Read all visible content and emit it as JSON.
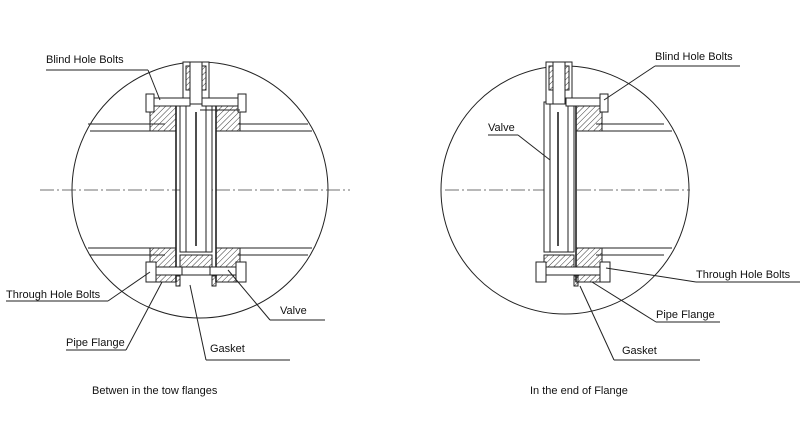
{
  "left": {
    "labels": {
      "blind_hole_bolts": "Blind Hole Bolts",
      "through_hole_bolts": "Through Hole Bolts",
      "pipe_flange": "Pipe Flange",
      "gasket": "Gasket",
      "valve": "Valve"
    },
    "caption": "Betwen in the tow flanges"
  },
  "right": {
    "labels": {
      "blind_hole_bolts": "Blind Hole Bolts",
      "valve": "Valve",
      "through_hole_bolts": "Through Hole Bolts",
      "pipe_flange": "Pipe Flange",
      "gasket": "Gasket"
    },
    "caption": "In the end of Flange"
  }
}
